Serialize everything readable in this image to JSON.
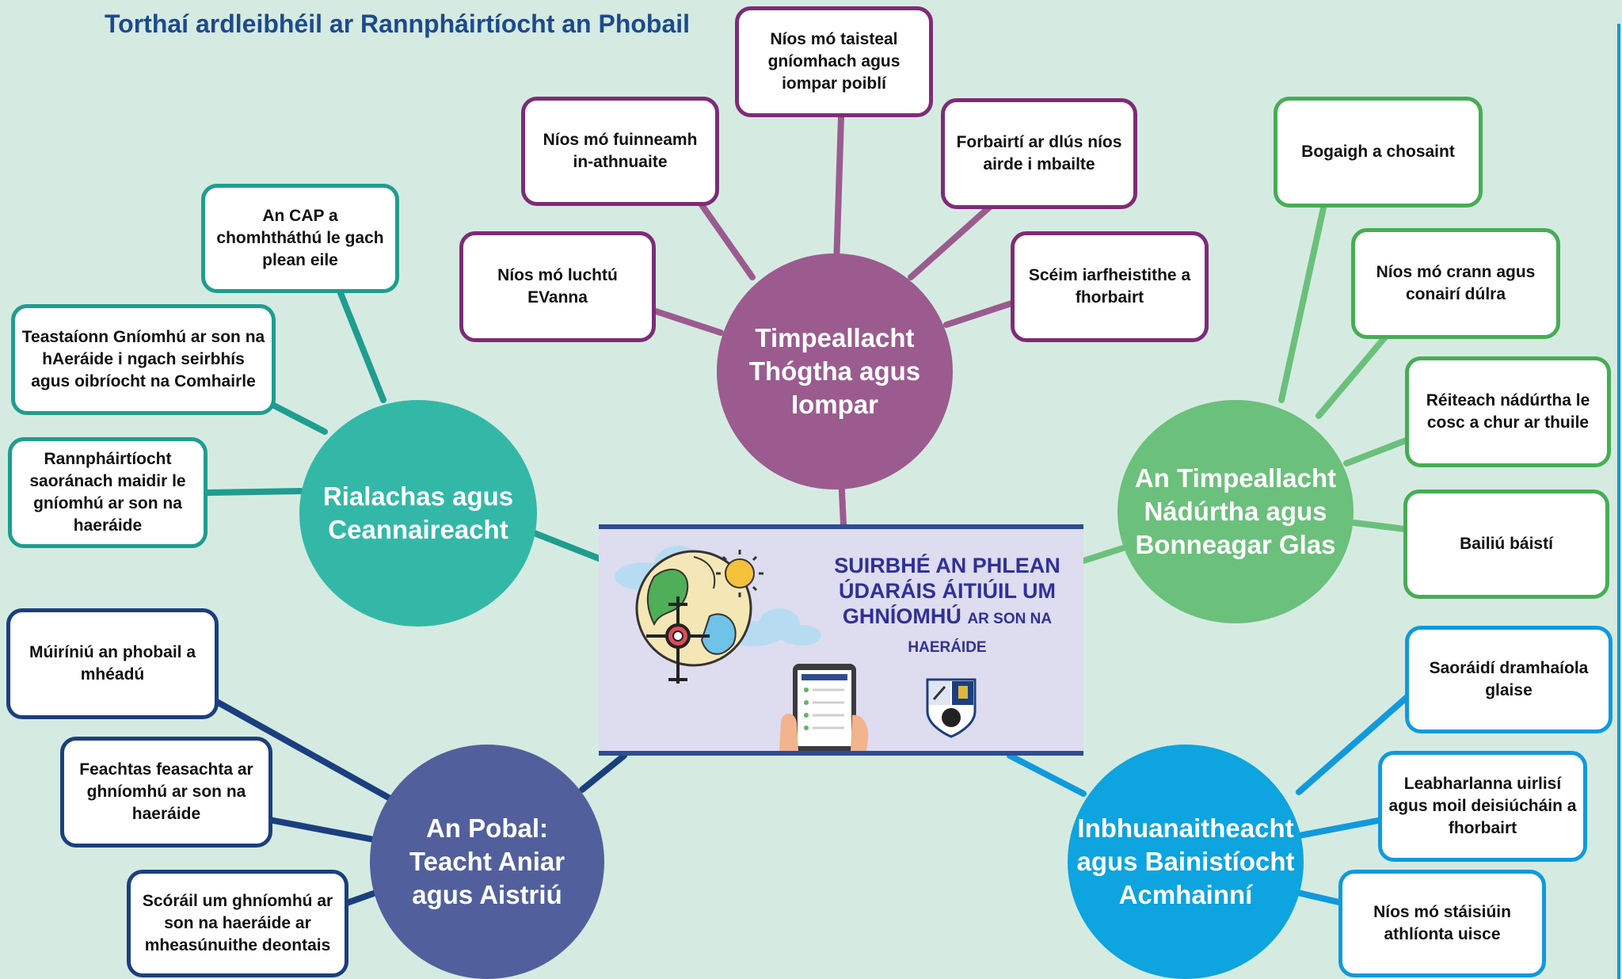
{
  "title": "Torthaí ardleibhéil ar Rannpháirtíocht an Phobail",
  "center": {
    "title_main": "SUIRBHÉ AN PHLEAN ÚDARÁIS ÁITIÚIL UM GHNÍOMHÚ",
    "title_small": "AR SON NA HAERÁIDE"
  },
  "themes": {
    "built": "Timpeallacht Thógtha agus Iompar",
    "governance": "Rialachas agus Ceannaireacht",
    "natural": "An Timpeallacht Nádúrtha agus Bonneagar Glas",
    "community": "An Pobal: Teacht Aniar agus Aistriú",
    "sustain": "Inbhuanaitheacht agus Bainistíocht Acmhainní"
  },
  "boxes": {
    "built": [
      "Níos mó luchtú EVanna",
      "Níos mó fuinneamh in-athnuaite",
      "Níos mó taisteal gníomhach agus iompar poiblí",
      "Forbairtí ar dlús níos airde i mbailte",
      "Scéim iarfheistithe a fhorbairt"
    ],
    "governance": [
      "An CAP a chomhtháthú le gach plean eile",
      "Teastaíonn Gníomhú ar son na hAeráide i ngach seirbhís agus oibríocht na Comhairle",
      "Rannpháirtíocht saoránach maidir le gníomhú ar son na haeráide"
    ],
    "natural": [
      "Bogaigh a chosaint",
      "Níos mó crann agus conairí dúlra",
      "Réiteach nádúrtha le cosc a chur ar thuile",
      "Bailiú báistí"
    ],
    "community": [
      "Múiríniú an phobail a mhéadú",
      "Feachtas feasachta ar ghníomhú ar son na haeráide",
      "Scóráil um ghníomhú ar son na haeráide ar mheasúnuithe deontais"
    ],
    "sustain": [
      "Saoráidí dramhaíola glaise",
      "Leabharlanna uirlisí agus moil deisiúcháin a fhorbairt",
      "Níos mó stáisiúin athlíonta uisce"
    ]
  },
  "colors": {
    "background": "#d5ebe1",
    "title": "#1d4a8c",
    "built": "#9b5b8f",
    "governance": "#33b8a8",
    "natural": "#6bc07c",
    "community": "#51609c",
    "sustain": "#0da4df",
    "center_text": "#2f3196"
  },
  "icons": [
    "cloud-icon",
    "sun-icon",
    "globe-icon",
    "snowflake-icon",
    "tablet-checklist-icon",
    "council-crest-icon"
  ]
}
